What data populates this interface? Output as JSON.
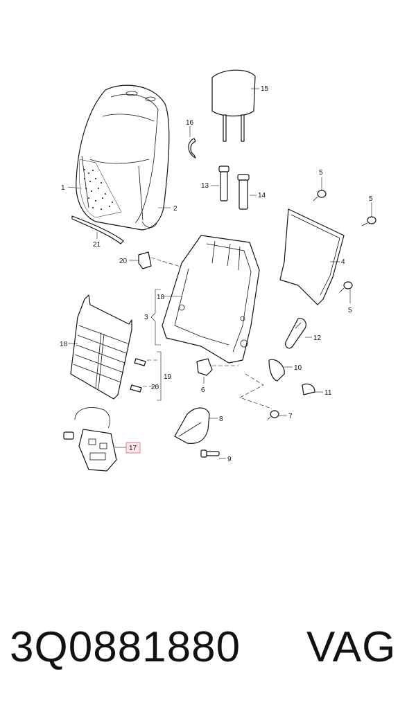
{
  "diagram": {
    "callouts": {
      "c1": "1",
      "c2": "2",
      "c3": "3",
      "c4": "4",
      "c5a": "5",
      "c5b": "5",
      "c5c": "5",
      "c6": "6",
      "c7": "7",
      "c8": "8",
      "c9": "9",
      "c10": "10",
      "c11": "11",
      "c12": "12",
      "c13": "13",
      "c14": "14",
      "c15": "15",
      "c16": "16",
      "c17": "17",
      "c18a": "18",
      "c18b": "18",
      "c19": "19",
      "c20a": "20",
      "c20b": "20",
      "c21": "21"
    },
    "highlight_color": "#e05a64"
  },
  "footer": {
    "part_number": "3Q0881880",
    "brand": "VAG"
  }
}
